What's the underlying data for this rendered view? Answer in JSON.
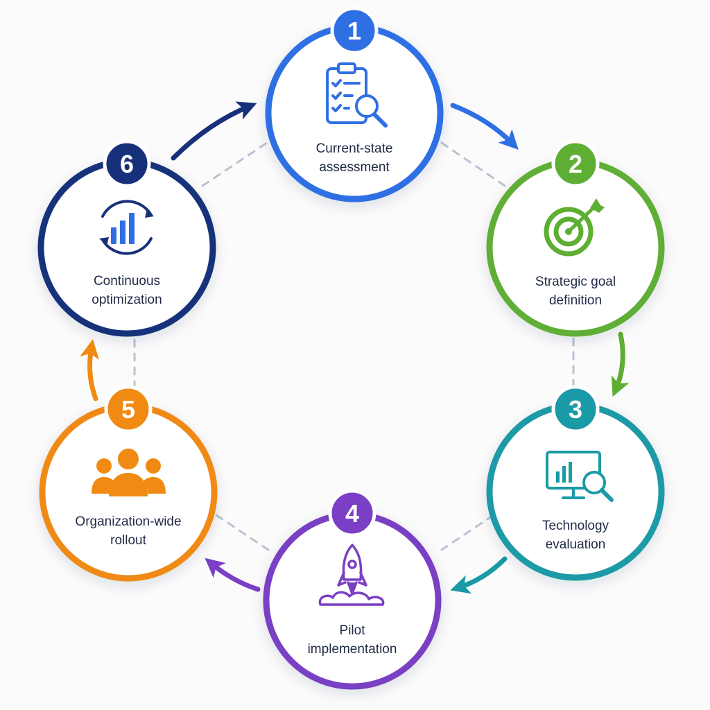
{
  "stages": [
    {
      "number": "1",
      "line1": "Current-state",
      "line2": "assessment",
      "icon": "clipboard-checklist-magnifier-icon",
      "color": "#2f6fe4"
    },
    {
      "number": "2",
      "line1": "Strategic goal",
      "line2": "definition",
      "icon": "target-arrow-icon",
      "color": "#5fae34"
    },
    {
      "number": "3",
      "line1": "Technology",
      "line2": "evaluation",
      "icon": "monitor-chart-magnifier-icon",
      "color": "#1a9aa6"
    },
    {
      "number": "4",
      "line1": "Pilot",
      "line2": "implementation",
      "icon": "rocket-launch-icon",
      "color": "#7a3fc4"
    },
    {
      "number": "5",
      "line1": "Organization-wide",
      "line2": "rollout",
      "icon": "people-group-icon",
      "color": "#f08a12"
    },
    {
      "number": "6",
      "line1": "Continuous",
      "line2": "optimization",
      "icon": "bar-chart-cycle-icon",
      "color": "#17307a"
    }
  ],
  "connector_color": "#b9c2d0",
  "ring_fill": "#ffffff"
}
